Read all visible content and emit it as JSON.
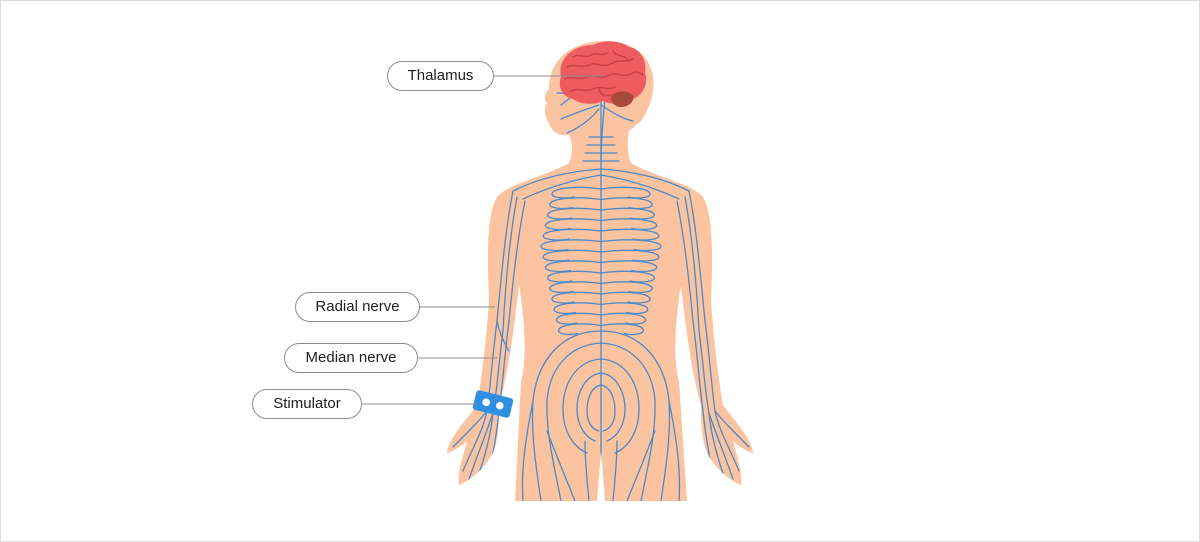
{
  "labels": {
    "thalamus": "Thalamus",
    "radial_nerve": "Radial nerve",
    "median_nerve": "Median nerve",
    "stimulator": "Stimulator"
  },
  "colors": {
    "skin": "#fcc3a0",
    "nerve": "#4a8ac9",
    "brain": "#ee5b60",
    "brain_fold": "#c93f47",
    "cerebellum": "#a84a3a",
    "stimulator": "#2f8fe0",
    "leader_line": "#8c8c8c"
  }
}
